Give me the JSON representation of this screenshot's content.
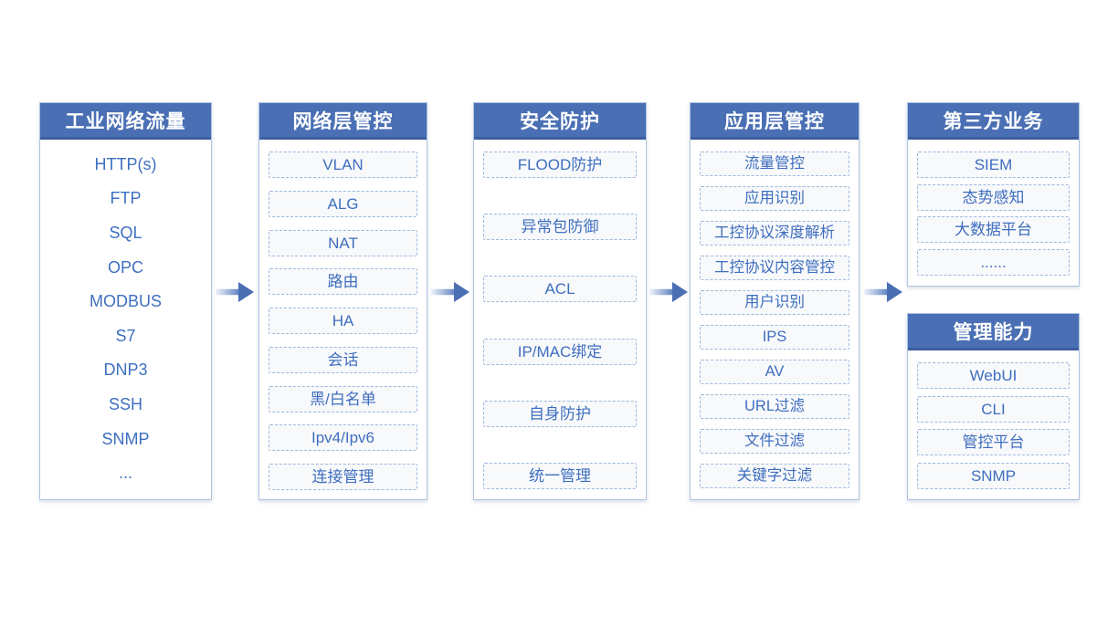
{
  "diagram_title": "industrial-firewall-capability-flow",
  "columns": [
    {
      "title": "工业网络流量",
      "items": [
        "HTTP(s)",
        "FTP",
        "SQL",
        "OPC",
        "MODBUS",
        "S7",
        "DNP3",
        "SSH",
        "SNMP",
        "..."
      ]
    },
    {
      "title": "网络层管控",
      "items": [
        "VLAN",
        "ALG",
        "NAT",
        "路由",
        "HA",
        "会话",
        "黑/白名单",
        "Ipv4/Ipv6",
        "连接管理"
      ]
    },
    {
      "title": "安全防护",
      "items": [
        "FLOOD防护",
        "异常包防御",
        "ACL",
        "IP/MAC绑定",
        "自身防护",
        "统一管理"
      ]
    },
    {
      "title": "应用层管控",
      "items": [
        "流量管控",
        "应用识别",
        "工控协议深度解析",
        "工控协议内容管控",
        "用户识别",
        "IPS",
        "AV",
        "URL过滤",
        "文件过滤",
        "关键字过滤"
      ]
    },
    {
      "title": "第三方业务",
      "items": [
        "SIEM",
        "态势感知",
        "大数据平台",
        "......"
      ]
    },
    {
      "title": "管理能力",
      "items": [
        "WebUI",
        "CLI",
        "管控平台",
        "SNMP"
      ]
    }
  ],
  "flow": {
    "arrow_icon": "right-arrow",
    "arrow_count": 4,
    "direction": "left-to-right"
  },
  "colors": {
    "background": "#ffffff",
    "header_bg": "#4a6fb4",
    "header_border_bottom": "#3d5e9e",
    "header_text": "#ffffff",
    "column_border": "#aec4e3",
    "item_bg": "#f8f9fb",
    "item_border": "#9db8de",
    "item_text": "#3e6ebf",
    "arrow_dark": "#4a6fb4",
    "arrow_light": "#eef3fa"
  }
}
